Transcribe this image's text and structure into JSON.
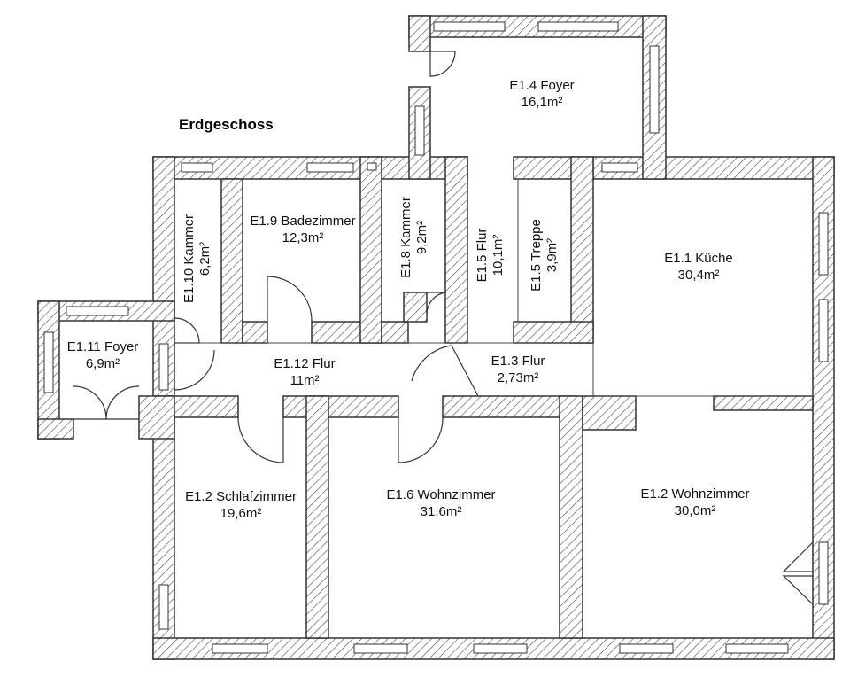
{
  "plan_title": "Erdgeschoss",
  "colors": {
    "wall_stroke": "#333333",
    "hatch": "#555555",
    "background": "#ffffff"
  },
  "rooms": [
    {
      "id": "e1-4",
      "name": "E1.4 Foyer",
      "area": "16,1m²"
    },
    {
      "id": "e1-9",
      "name": "E1.9 Badezimmer",
      "area": "12,3m²"
    },
    {
      "id": "e1-10",
      "name": "E1.10 Kammer",
      "area": "6,2m²"
    },
    {
      "id": "e1-8",
      "name": "E1.8 Kammer",
      "area": "9,2m²"
    },
    {
      "id": "e1-5-flur",
      "name": "E1.5 Flur",
      "area": "10,1m²"
    },
    {
      "id": "e1-5-treppe",
      "name": "E1.5 Treppe",
      "area": "3,9m²"
    },
    {
      "id": "e1-1",
      "name": "E1.1 Küche",
      "area": "30,4m²"
    },
    {
      "id": "e1-11",
      "name": "E1.11 Foyer",
      "area": "6,9m²"
    },
    {
      "id": "e1-12",
      "name": "E1.12 Flur",
      "area": "11m²"
    },
    {
      "id": "e1-3",
      "name": "E1.3 Flur",
      "area": "2,73m²"
    },
    {
      "id": "e1-2-schlaf",
      "name": "E1.2 Schlafzimmer",
      "area": "19,6m²"
    },
    {
      "id": "e1-6",
      "name": "E1.6 Wohnzimmer",
      "area": "31,6m²"
    },
    {
      "id": "e1-2-wohn",
      "name": "E1.2 Wohnzimmer",
      "area": "30,0m²"
    }
  ]
}
